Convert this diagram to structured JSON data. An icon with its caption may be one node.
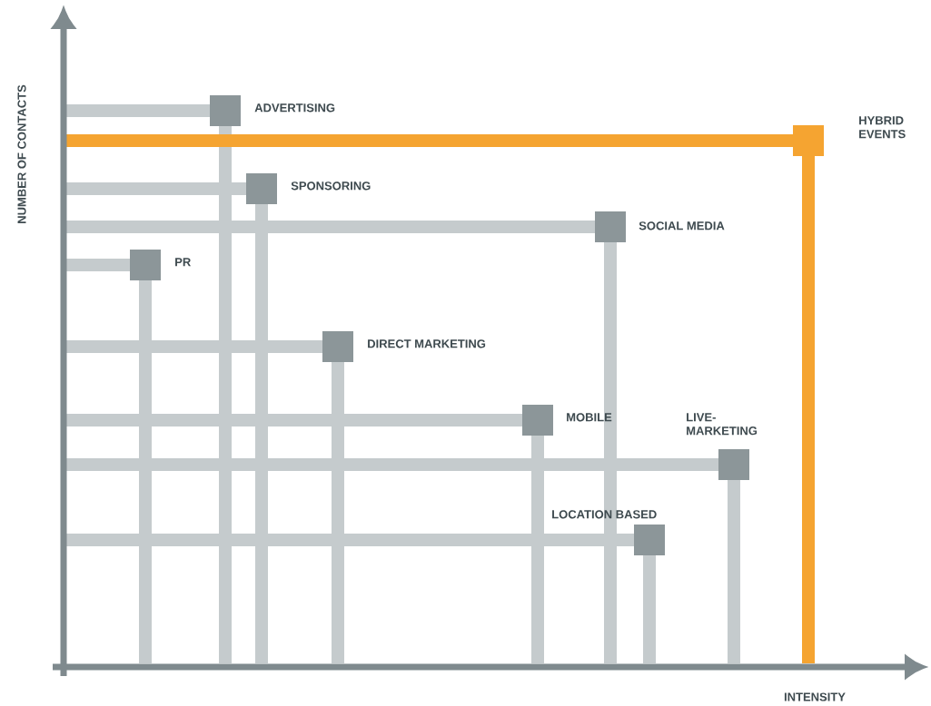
{
  "diagram": {
    "nodes": [
      {
        "text": [
          "ADVERTISING"
        ]
      },
      {
        "text": [
          "HYBRID EVENTS"
        ]
      },
      {
        "text": [
          "SPONSORING"
        ]
      },
      {
        "text": [
          "SOCIAL MEDIA"
        ]
      },
      {
        "text": [
          "PR"
        ]
      },
      {
        "text": [
          "DIRECT MARKETING"
        ]
      },
      {
        "text": [
          "MOBILE"
        ]
      },
      {
        "text": [
          "LIVE-MARKETING"
        ]
      },
      {
        "text": [
          "LOCATION BASED"
        ]
      }
    ],
    "labels": [
      "NUMBER OF CONTACTS",
      "INTENSITY"
    ]
  }
}
